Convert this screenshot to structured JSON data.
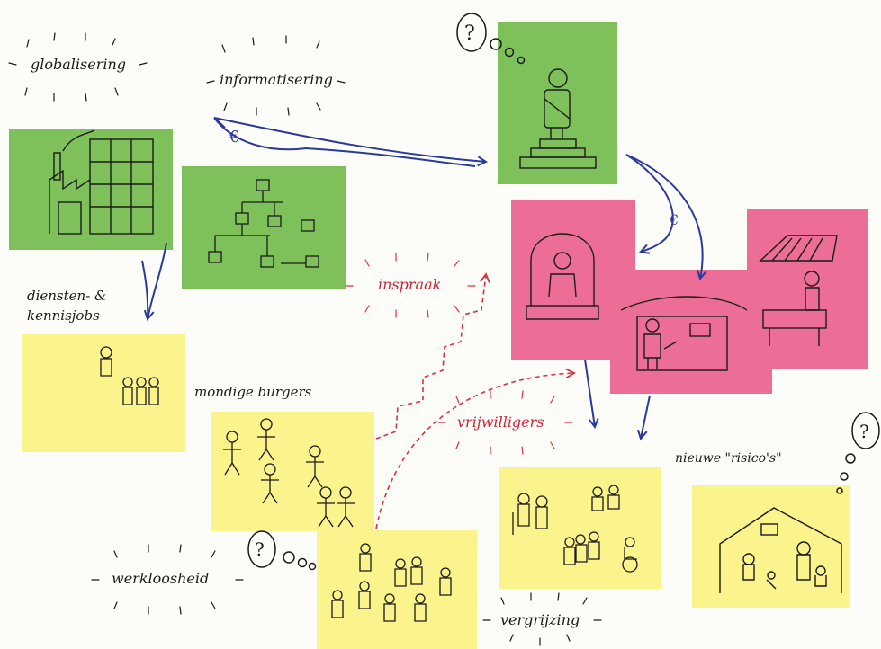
{
  "labels": {
    "globalisering": "globalisering",
    "informatisering": "informatisering",
    "diensten": "diensten- &",
    "kennisjobs": "kennisjobs",
    "mondige_burgers": "mondige burgers",
    "inspraak": "inspraak",
    "vrijwilligers": "vrijwilligers",
    "nieuwe_risicos": "nieuwe \"risico's\"",
    "werkloosheid": "werkloosheid",
    "vergrijzing": "vergrijzing"
  },
  "symbols": {
    "question": "?",
    "euro": "€"
  },
  "colors": {
    "green_note": "#7ec15a",
    "pink_note": "#ec6e97",
    "yellow_note": "#fbf38c",
    "blue_arrow": "#2a3a9a",
    "red_dashed": "#d8323f",
    "ink": "#1a1a1a"
  }
}
